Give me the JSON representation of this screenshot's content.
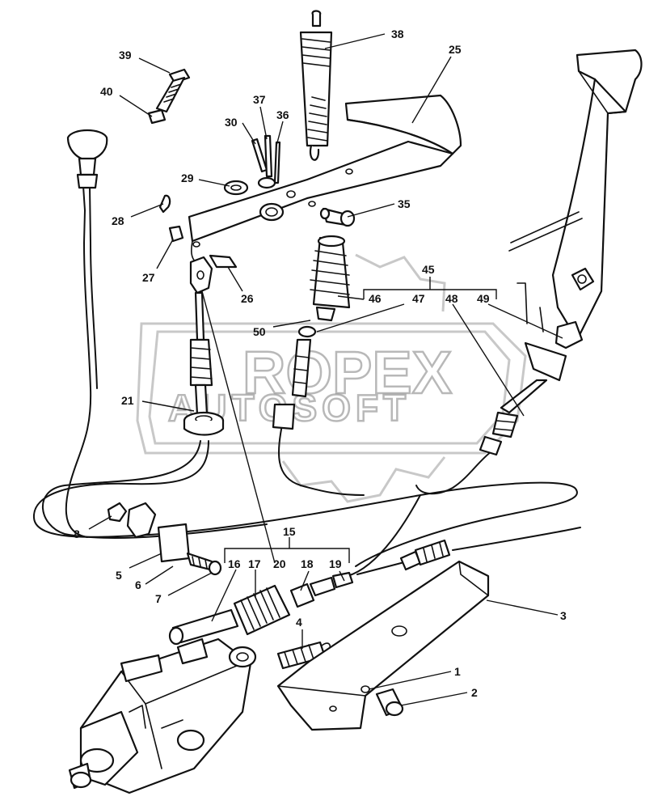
{
  "watermark": {
    "main": "ROPEX",
    "sub": "AUTOSOFT"
  },
  "callouts": [
    {
      "id": "c39",
      "label": "39"
    },
    {
      "id": "c40",
      "label": "40"
    },
    {
      "id": "c38",
      "label": "38"
    },
    {
      "id": "c25",
      "label": "25"
    },
    {
      "id": "c37",
      "label": "37"
    },
    {
      "id": "c30",
      "label": "30"
    },
    {
      "id": "c36",
      "label": "36"
    },
    {
      "id": "c29",
      "label": "29"
    },
    {
      "id": "c28",
      "label": "28"
    },
    {
      "id": "c35",
      "label": "35"
    },
    {
      "id": "c27",
      "label": "27"
    },
    {
      "id": "c26",
      "label": "26"
    },
    {
      "id": "c45",
      "label": "45"
    },
    {
      "id": "c46",
      "label": "46"
    },
    {
      "id": "c47",
      "label": "47"
    },
    {
      "id": "c48",
      "label": "48"
    },
    {
      "id": "c49",
      "label": "49"
    },
    {
      "id": "c50",
      "label": "50"
    },
    {
      "id": "c21",
      "label": "21"
    },
    {
      "id": "c8",
      "label": "8"
    },
    {
      "id": "c15",
      "label": "15"
    },
    {
      "id": "c5",
      "label": "5"
    },
    {
      "id": "c6",
      "label": "6"
    },
    {
      "id": "c7",
      "label": "7"
    },
    {
      "id": "c16",
      "label": "16"
    },
    {
      "id": "c17",
      "label": "17"
    },
    {
      "id": "c20",
      "label": "20"
    },
    {
      "id": "c18",
      "label": "18"
    },
    {
      "id": "c19",
      "label": "19"
    },
    {
      "id": "c3",
      "label": "3"
    },
    {
      "id": "c4",
      "label": "4"
    },
    {
      "id": "c1",
      "label": "1"
    },
    {
      "id": "c2",
      "label": "2"
    }
  ]
}
